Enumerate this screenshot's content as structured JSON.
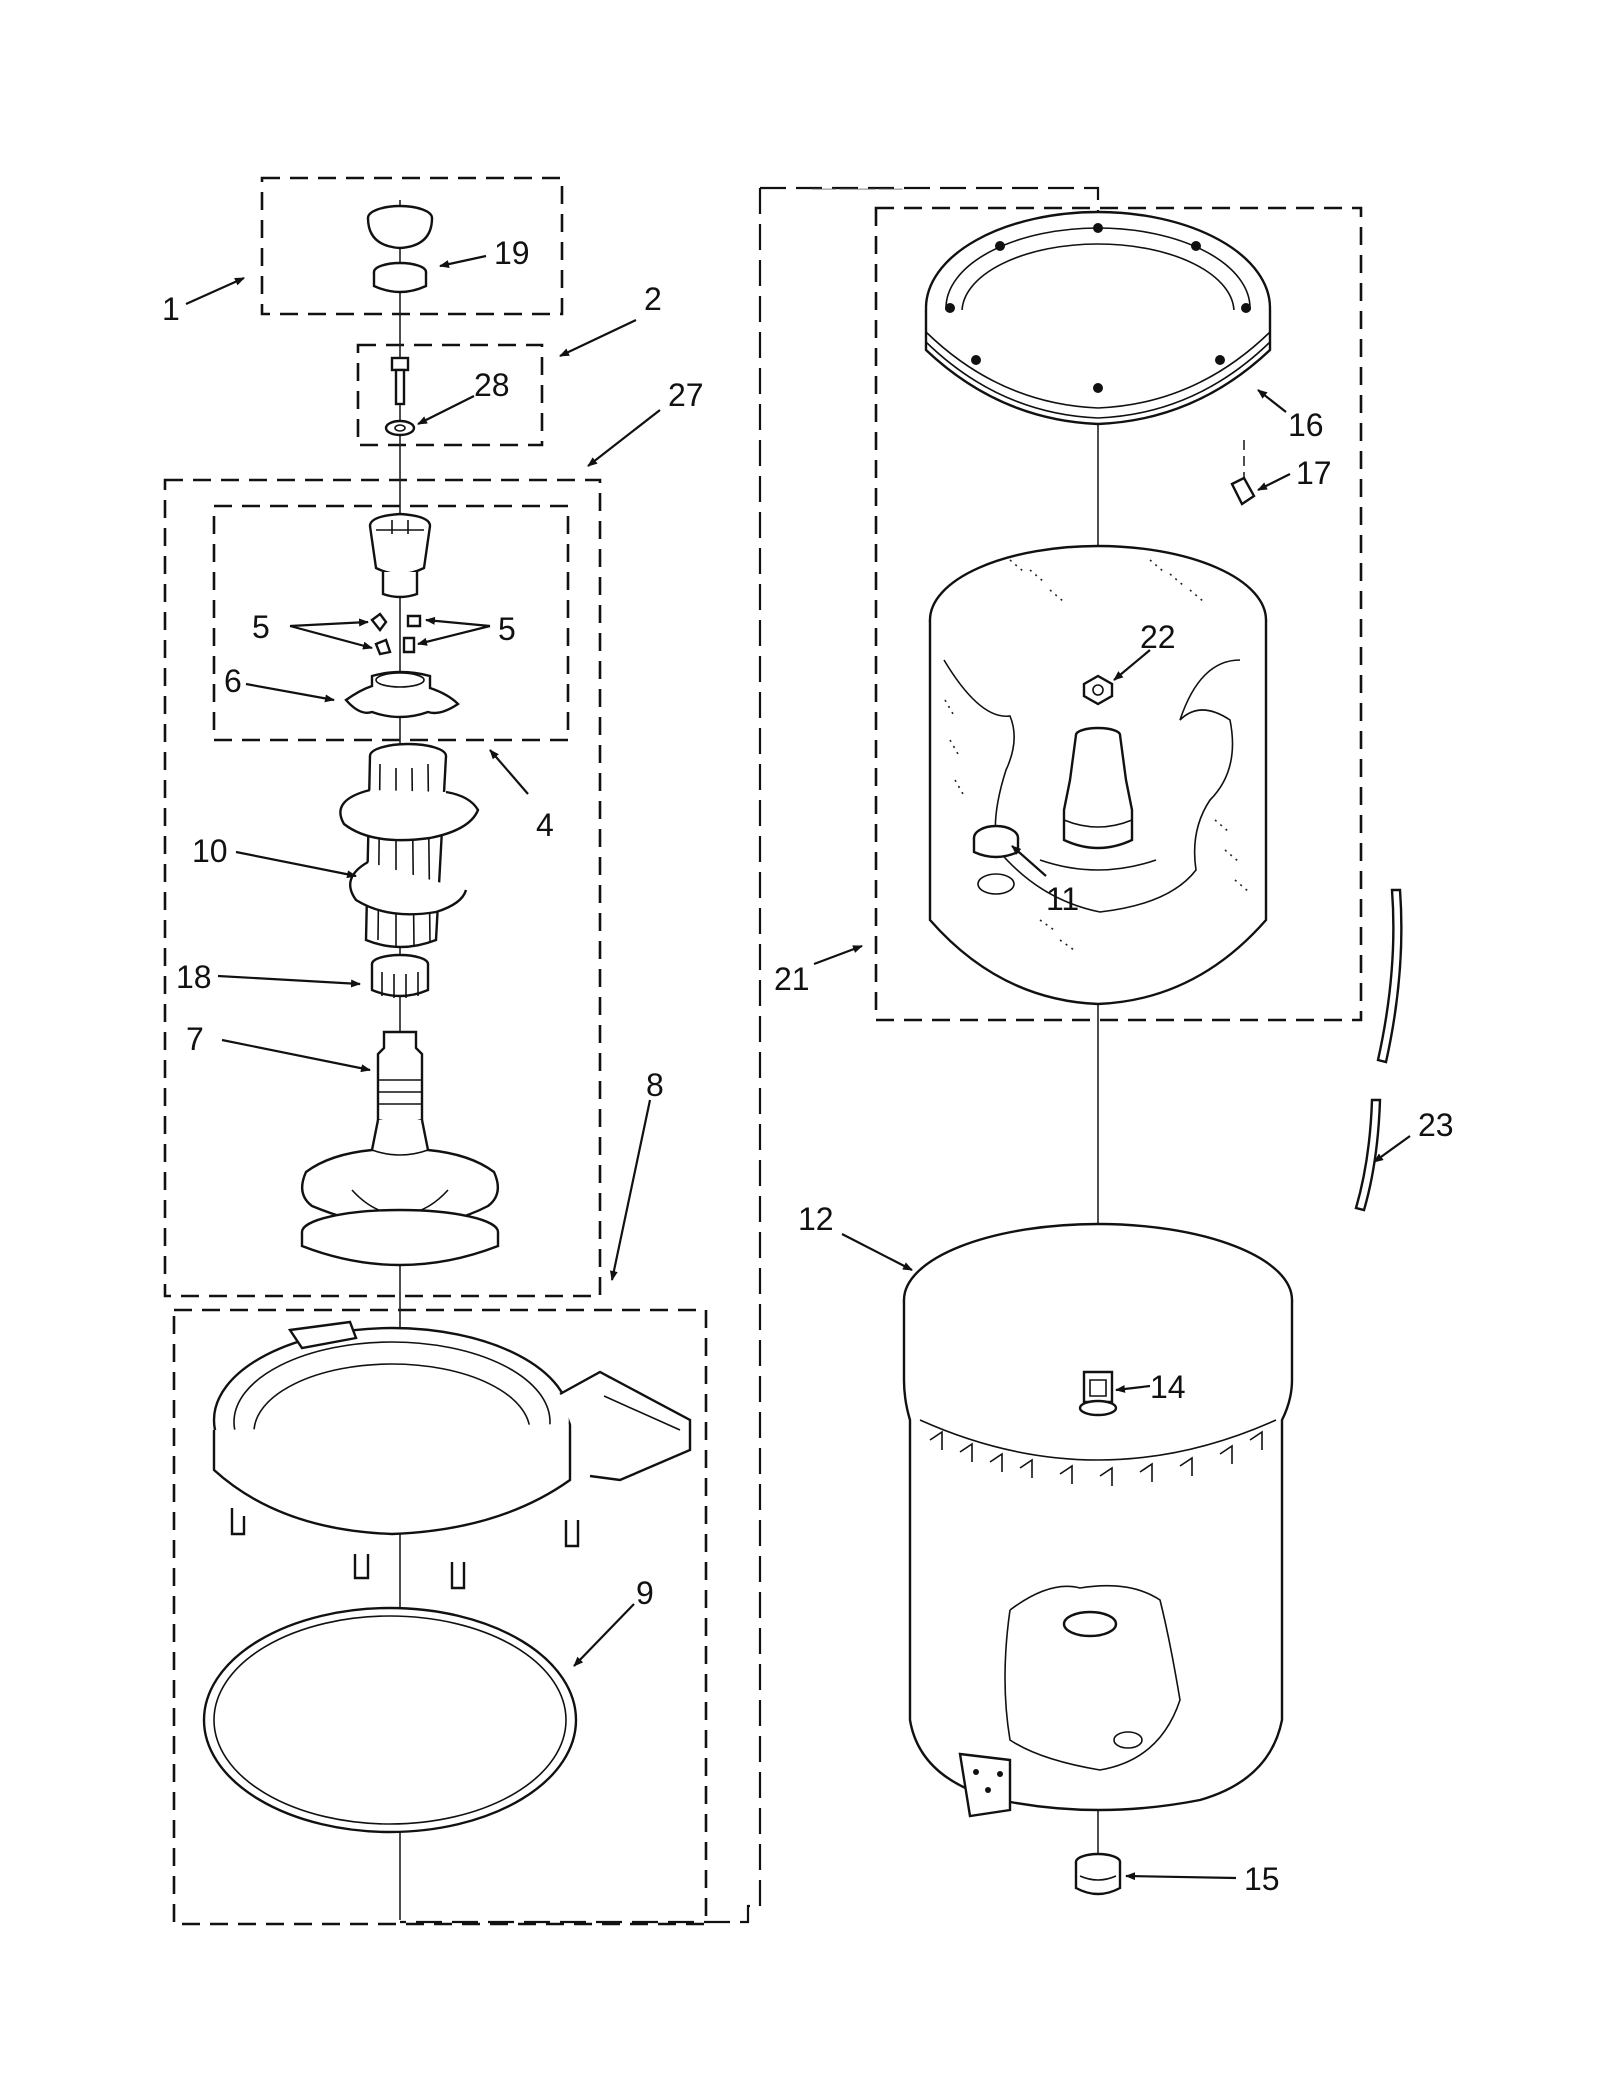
{
  "labels": {
    "l1": "1",
    "l2": "2",
    "l4": "4",
    "l5a": "5",
    "l5b": "5",
    "l6": "6",
    "l7": "7",
    "l8": "8",
    "l9": "9",
    "l10": "10",
    "l11": "11",
    "l12": "12",
    "l14": "14",
    "l15": "15",
    "l16": "16",
    "l17": "17",
    "l18": "18",
    "l19": "19",
    "l21": "21",
    "l22": "22",
    "l23": "23",
    "l27": "27",
    "l28": "28"
  }
}
